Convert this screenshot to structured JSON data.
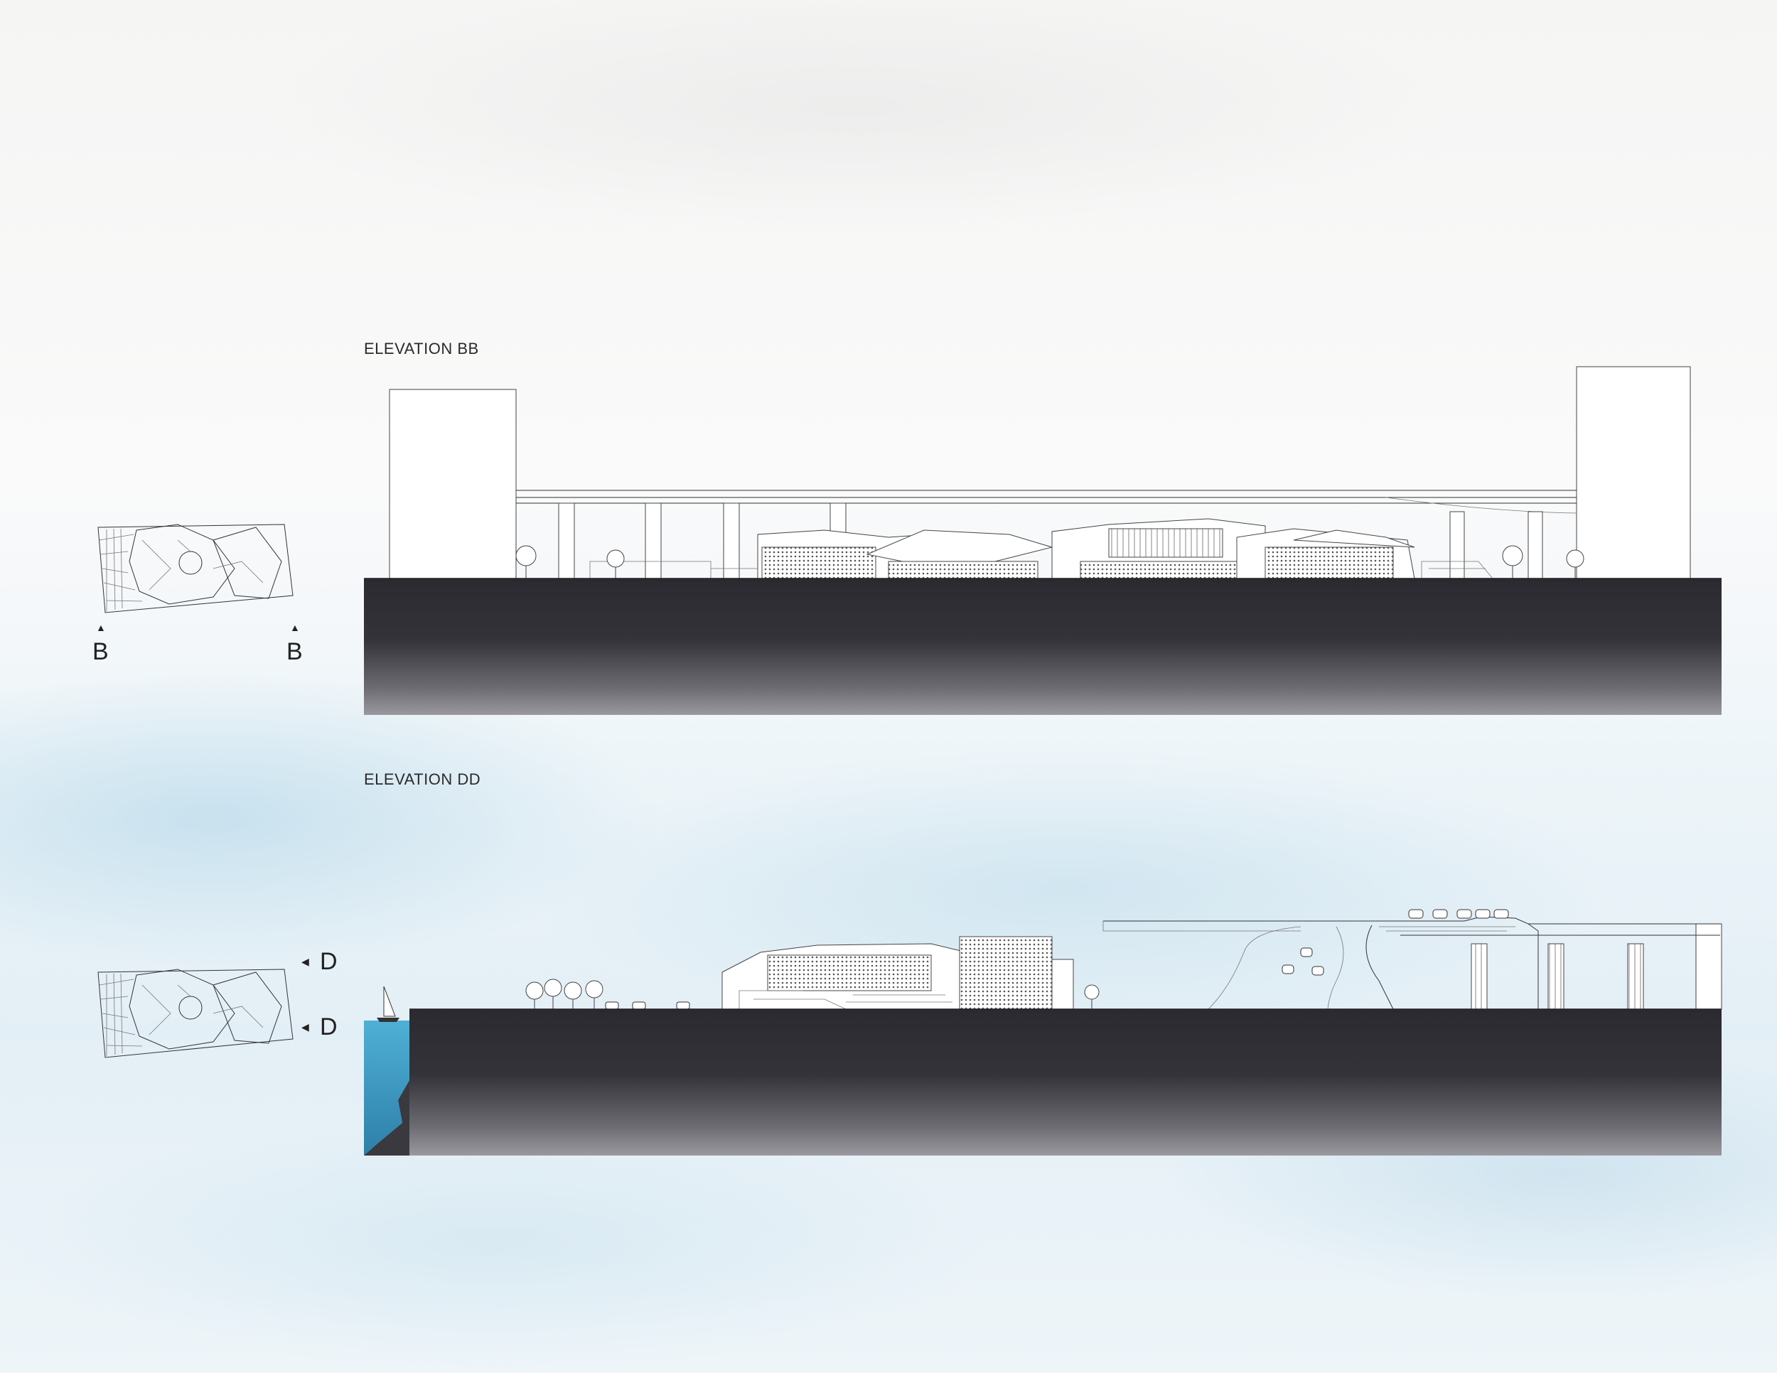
{
  "elevations": [
    {
      "title": "ELEVATION BB",
      "marker": "B"
    },
    {
      "title": "ELEVATION DD",
      "marker": "D"
    }
  ],
  "colors": {
    "ground": "#2e2d33",
    "water": "#3f9fc7",
    "line": "#333333"
  }
}
